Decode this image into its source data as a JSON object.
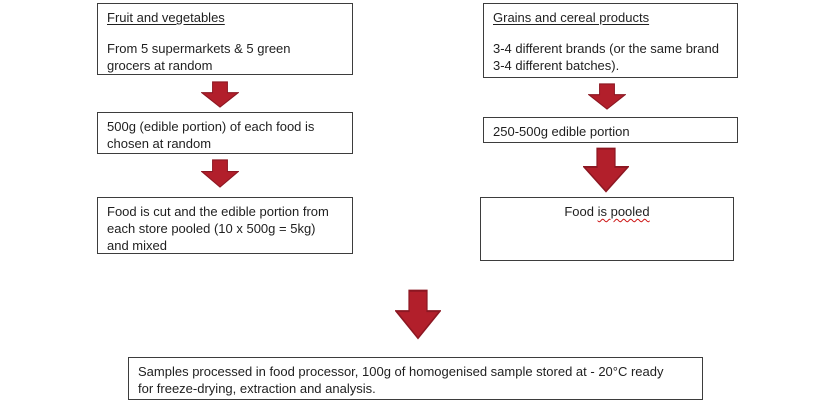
{
  "colors": {
    "arrow_fill": "#b21f2b",
    "arrow_outline": "#8c1722",
    "box_border": "#3d3d3d",
    "squiggle": "#cc1111"
  },
  "flowchart": {
    "left": {
      "box1_title": "Fruit and vegetables",
      "box1_body": "From 5 supermarkets & 5 green\ngrocers at random",
      "box2_body": "500g (edible portion) of each food is\nchosen at random",
      "box3_body": "Food is cut and the edible portion from\neach store pooled (10 x 500g = 5kg)\nand mixed"
    },
    "right": {
      "box1_title": "Grains and cereal products",
      "box1_body": "3-4 different brands (or the same brand\n3-4 different batches).",
      "box2_body": "250-500g edible portion",
      "box3_prefix": "Food ",
      "box3_marked": "is pooled"
    },
    "bottom": {
      "body": "Samples processed in food processor, 100g of homogenised sample stored at - 20°C ready\nfor freeze-drying, extraction and analysis."
    }
  }
}
